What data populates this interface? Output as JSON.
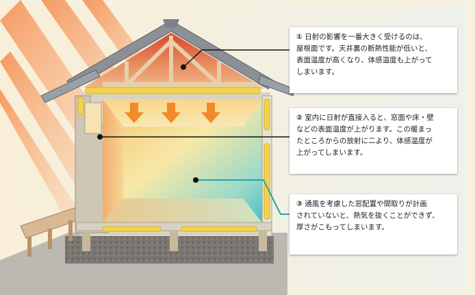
{
  "callouts": [
    {
      "number": "①",
      "lines": [
        "日射の影響を一番大きく受けるのは、",
        "屋根面です。天井裏の断熱性能が低いと、",
        "表面温度が高くなり、体感温度も上がって",
        "しまいます。"
      ]
    },
    {
      "number": "②",
      "lines": [
        "室内に日射が直接入ると、窓面や床・壁",
        "などの表面温度が上がります。この暖まっ",
        "たところからの放射に二より、体感温度が",
        "上がってしまいます。"
      ]
    },
    {
      "number": "③",
      "lines": [
        "通風を考慮した窓配置や間取りが計画",
        "されていないと、熱気を抜くことができず、",
        "厚さがこもってしまいます。"
      ]
    }
  ],
  "colors": {
    "sun_ray": "#f7a86a",
    "heat_arrow": "#f08a2a",
    "roof_tile": "#8b8f96",
    "insulation": "#f2d34c",
    "leader_line": "#111111",
    "leader_line_3": "#1fa7a8",
    "interior_warm": "#f7e8a8",
    "interior_cool": "#58c8d0",
    "ground": "#6d6a66",
    "deck": "#c9a885"
  }
}
